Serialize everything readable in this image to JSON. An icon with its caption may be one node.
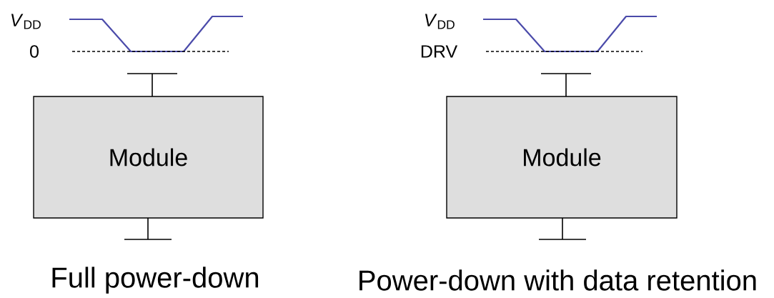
{
  "diagram": {
    "nodes": [
      {
        "text": [
          "Module"
        ],
        "beside": [
          "Full power-down"
        ]
      },
      {
        "text": [
          "Module"
        ],
        "beside": [
          "Power-down with data retention"
        ]
      }
    ],
    "labels": [
      "*V*$_{DD}$",
      "0",
      "*V*$_{DD}$",
      "DRV"
    ]
  }
}
